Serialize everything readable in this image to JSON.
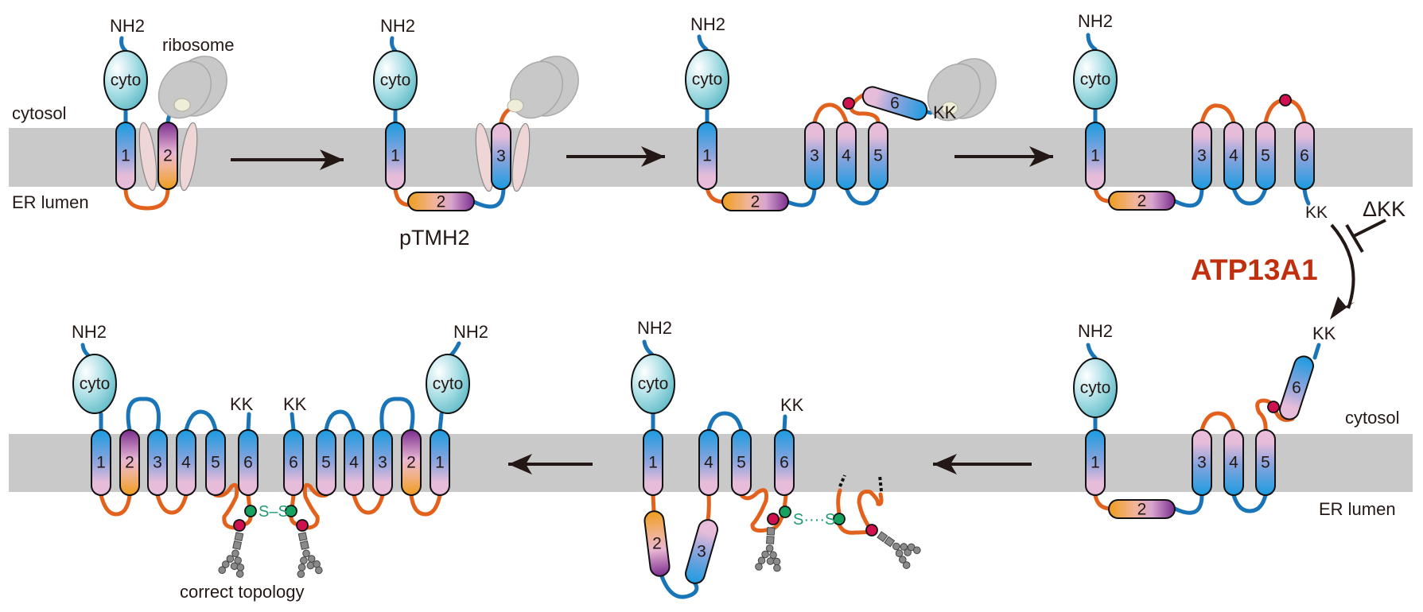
{
  "compartments": {
    "cytosol": "cytosol",
    "er_lumen": "ER lumen"
  },
  "labels": {
    "nh2": "NH2",
    "cyto": "cyto",
    "ribosome": "ribosome",
    "kk": "KK",
    "delta_kk": "ΔKK",
    "ptmh2": "pTMH2",
    "atp13a1": "ATP13A1",
    "correct_topology": "correct topology",
    "disulfide_bonded": "S–S",
    "disulfide_mispaired": "S····S",
    "sulfur": "S"
  },
  "colors": {
    "membrane": "#c8c9c8",
    "cyto_loop": "#1a75b8",
    "lumen_loop": "#e2621d",
    "atp13a1_text": "#c0300f",
    "glyco_site": "#d0114f",
    "cysteine": "#14a35f",
    "glycan": "#7d7d7d",
    "ribosome": "#c8c8c8",
    "translocon": "#efd6d6"
  },
  "panels": [
    {
      "id": "step1",
      "description": "TMH1 inserted, TMH2 in translocon with ribosome",
      "helices": [
        "1",
        "2"
      ]
    },
    {
      "id": "step2",
      "description": "TMH2 as pTMH2 in lumen, TMH3 in translocon",
      "helices": [
        "1",
        "2",
        "3"
      ]
    },
    {
      "id": "step3",
      "description": "TMH3-5 inserted, TMH6 emerging",
      "helices": [
        "1",
        "2",
        "3",
        "4",
        "5",
        "6"
      ]
    },
    {
      "id": "step4",
      "description": "TMH6 misinserted with KK in lumen",
      "helices": [
        "1",
        "2",
        "3",
        "4",
        "5",
        "6"
      ]
    },
    {
      "id": "step5",
      "description": "ATP13A1 extracts TMH6",
      "helices": [
        "1",
        "2",
        "3",
        "4",
        "5",
        "6"
      ]
    },
    {
      "id": "step6",
      "description": "Reinsertion of TMH6, TMH2-3 flipped into lumen",
      "helices": [
        "1",
        "2",
        "3",
        "4",
        "5",
        "6"
      ]
    },
    {
      "id": "step7",
      "description": "correct topology dimer",
      "helices": [
        "1",
        "2",
        "3",
        "4",
        "5",
        "6",
        "6",
        "5",
        "4",
        "3",
        "2",
        "1"
      ]
    }
  ]
}
